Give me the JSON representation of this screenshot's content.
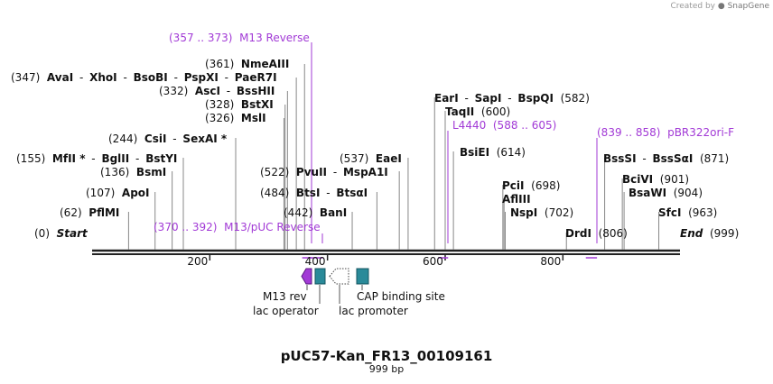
{
  "brand": {
    "prefix": "Created by",
    "name": "SnapGene"
  },
  "map": {
    "title": "pUC57-Kan_FR13_00109161",
    "length_label": "999 bp",
    "length": 999,
    "ticks": [
      {
        "pos": 200,
        "label": "200"
      },
      {
        "pos": 400,
        "label": "400"
      },
      {
        "pos": 600,
        "label": "600"
      },
      {
        "pos": 800,
        "label": "800"
      }
    ]
  },
  "colors": {
    "backbone": "#222222",
    "primer": "#a23ad6",
    "feature_teal": "#2a8a99",
    "site_line": "#888888"
  },
  "sites": [
    {
      "pos": 0,
      "pos_label": "(0)",
      "names": [
        "Start"
      ],
      "italic": true
    },
    {
      "pos": 62,
      "pos_label": "(62)",
      "names": [
        "PflMI"
      ]
    },
    {
      "pos": 107,
      "pos_label": "(107)",
      "names": [
        "ApoI"
      ]
    },
    {
      "pos": 136,
      "pos_label": "(136)",
      "names": [
        "BsmI"
      ]
    },
    {
      "pos": 155,
      "pos_label": "(155)",
      "names": [
        "MfII *",
        "BglII",
        "BstYI"
      ]
    },
    {
      "pos": 244,
      "pos_label": "(244)",
      "names": [
        "CsiI",
        "SexAI *"
      ]
    },
    {
      "pos": 326,
      "pos_label": "(326)",
      "names": [
        "MslI"
      ]
    },
    {
      "pos": 328,
      "pos_label": "(328)",
      "names": [
        "BstXI"
      ]
    },
    {
      "pos": 332,
      "pos_label": "(332)",
      "names": [
        "AscI",
        "BssHII"
      ]
    },
    {
      "pos": 347,
      "pos_label": "(347)",
      "names": [
        "AvaI",
        "XhoI",
        "BsoBI",
        "PspXI",
        "PaeR7I"
      ]
    },
    {
      "pos": 361,
      "pos_label": "(361)",
      "names": [
        "NmeAIII"
      ]
    },
    {
      "pos": 442,
      "pos_label": "(442)",
      "names": [
        "BanI"
      ]
    },
    {
      "pos": 484,
      "pos_label": "(484)",
      "names": [
        "BtsI",
        "BtsαI"
      ]
    },
    {
      "pos": 522,
      "pos_label": "(522)",
      "names": [
        "PvuII",
        "MspA1I"
      ]
    },
    {
      "pos": 537,
      "pos_label": "(537)",
      "names": [
        "EaeI"
      ]
    },
    {
      "pos": 582,
      "pos_label": "(582)",
      "names": [
        "EarI",
        "SapI",
        "BspQI"
      ]
    },
    {
      "pos": 600,
      "pos_label": "(600)",
      "names": [
        "TaqII"
      ]
    },
    {
      "pos": 614,
      "pos_label": "(614)",
      "names": [
        "BsiEI"
      ]
    },
    {
      "pos": 698,
      "pos_label": "(698)",
      "names": [
        "PciI"
      ]
    },
    {
      "pos": 700,
      "pos_label": "",
      "names": [
        "AflIII"
      ]
    },
    {
      "pos": 702,
      "pos_label": "(702)",
      "names": [
        "NspI"
      ]
    },
    {
      "pos": 806,
      "pos_label": "(806)",
      "names": [
        "DrdI"
      ]
    },
    {
      "pos": 871,
      "pos_label": "(871)",
      "names": [
        "BssSI",
        "BssSαI"
      ]
    },
    {
      "pos": 901,
      "pos_label": "(901)",
      "names": [
        "BciVI"
      ]
    },
    {
      "pos": 904,
      "pos_label": "(904)",
      "names": [
        "BsaWI"
      ]
    },
    {
      "pos": 963,
      "pos_label": "(963)",
      "names": [
        "SfcI"
      ]
    },
    {
      "pos": 999,
      "pos_label": "(999)",
      "names": [
        "End"
      ],
      "italic": true
    }
  ],
  "primers": [
    {
      "name": "M13 Reverse",
      "range_label": "(357 .. 373)",
      "start": 357,
      "end": 373
    },
    {
      "name": "M13/pUC Reverse",
      "range_label": "(370 .. 392)",
      "start": 370,
      "end": 392
    },
    {
      "name": "L4440",
      "range_label": "(588 .. 605)",
      "start": 588,
      "end": 605
    },
    {
      "name": "pBR322ori-F",
      "range_label": "(839 .. 858)",
      "start": 839,
      "end": 858
    }
  ],
  "features": [
    {
      "name": "M13 rev",
      "kind": "primer_bind",
      "color": "#a23ad6"
    },
    {
      "name": "lac operator",
      "kind": "protein_bind",
      "color": "#2a8a99"
    },
    {
      "name": "lac promoter",
      "kind": "promoter",
      "color": "#ffffff"
    },
    {
      "name": "CAP binding site",
      "kind": "protein_bind",
      "color": "#2a8a99"
    }
  ]
}
